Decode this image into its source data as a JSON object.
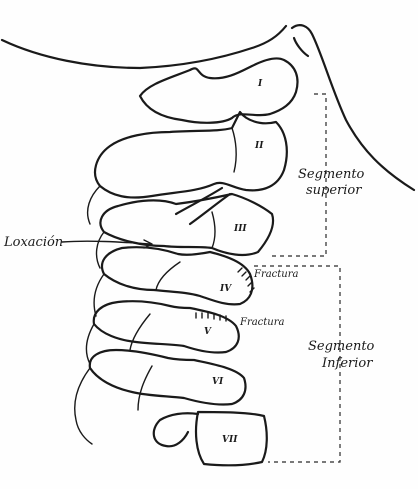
{
  "labels": {
    "luxation": "Loxación",
    "fracture_upper": "Fractura",
    "fracture_lower": "Fractura",
    "segment_upper_line1": "Segmento",
    "segment_upper_line2": "superior",
    "segment_lower_line1": "Segmento",
    "segment_lower_line2": "Inferior"
  },
  "vertebrae": [
    "I",
    "II",
    "III",
    "IV",
    "V",
    "VI",
    "VII"
  ],
  "colors": {
    "ink": "#1a1a1a",
    "paper": "#fefefe"
  }
}
